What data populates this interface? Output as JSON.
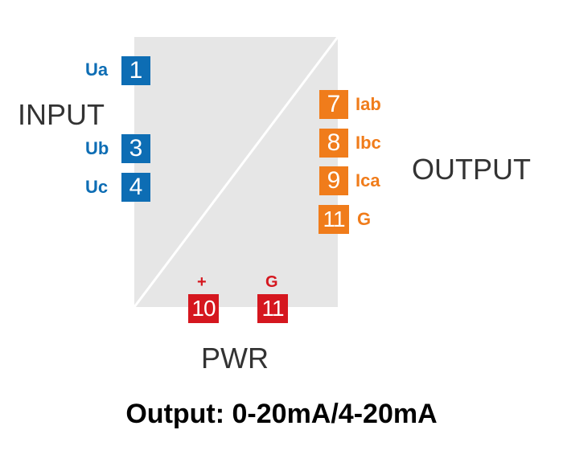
{
  "module": {
    "background": "#e6e6e6",
    "diagonal_color": "#ffffff"
  },
  "colors": {
    "input": "#0d6db4",
    "output": "#f07c1b",
    "power": "#d5171f"
  },
  "input": {
    "title": "INPUT",
    "pins": [
      {
        "number": "1",
        "label": "Ua"
      },
      {
        "number": "3",
        "label": "Ub"
      },
      {
        "number": "4",
        "label": "Uc"
      }
    ]
  },
  "output": {
    "title": "OUTPUT",
    "pins": [
      {
        "number": "7",
        "label": "Iab"
      },
      {
        "number": "8",
        "label": "Ibc"
      },
      {
        "number": "9",
        "label": "Ica"
      },
      {
        "number": "11",
        "label": "G"
      }
    ]
  },
  "power": {
    "title": "PWR",
    "pins": [
      {
        "number": "10",
        "label": "+"
      },
      {
        "number": "11",
        "label": "G"
      }
    ]
  },
  "caption": "Output: 0-20mA/4-20mA"
}
